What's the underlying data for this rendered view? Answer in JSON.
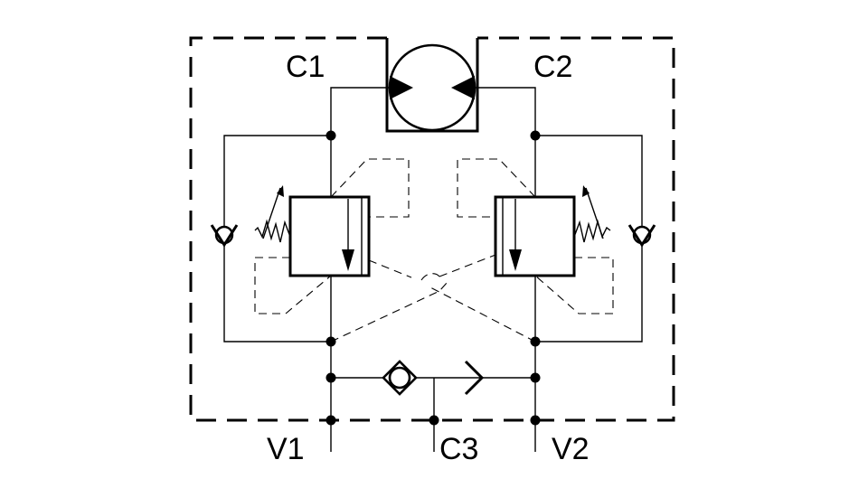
{
  "diagram": {
    "ports": {
      "c1": "C1",
      "c2": "C2",
      "v1": "V1",
      "v2": "V2",
      "c3": "C3"
    },
    "colors": {
      "line": "#000000",
      "background": "#ffffff"
    }
  }
}
